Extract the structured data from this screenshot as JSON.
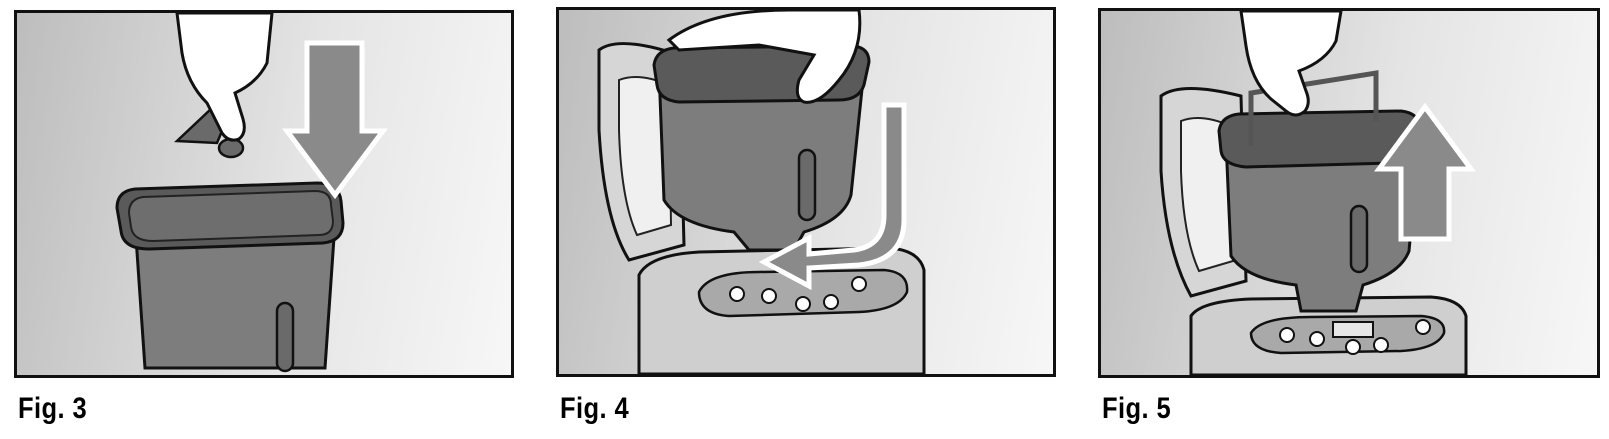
{
  "figures": [
    {
      "caption": "Fig. 3",
      "description_icon": "kneading-blade-insert"
    },
    {
      "caption": "Fig. 4",
      "description_icon": "pan-rotate-lock"
    },
    {
      "caption": "Fig. 5",
      "description_icon": "pan-lift-out"
    }
  ],
  "colors": {
    "pan": "#7d7d7d",
    "pan_dark": "#5e5e5e",
    "arrow": "#8a8a8a",
    "outline": "#111111",
    "hand": "#ffffff"
  }
}
